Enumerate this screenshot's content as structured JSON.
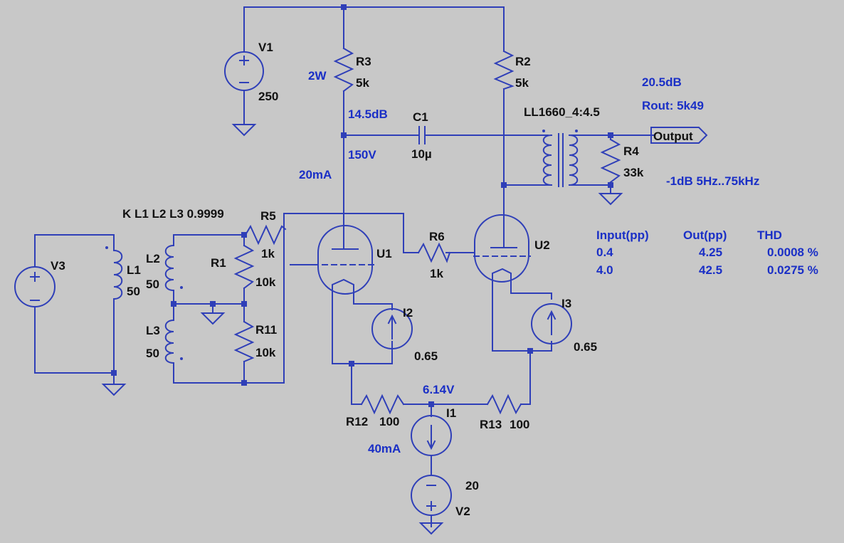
{
  "colors": {
    "wire": "#2f3fb8",
    "annotation": "#1a2fc6",
    "label": "#111111",
    "background": "#c8c8c8"
  },
  "components": {
    "V1": {
      "name": "V1",
      "value": "250"
    },
    "V2": {
      "name": "V2",
      "value": "20"
    },
    "V3": {
      "name": "V3"
    },
    "R1": {
      "name": "R1",
      "value": "10k"
    },
    "R2": {
      "name": "R2",
      "value": "5k"
    },
    "R3": {
      "name": "R3",
      "value": "5k",
      "power": "2W"
    },
    "R4": {
      "name": "R4",
      "value": "33k"
    },
    "R5": {
      "name": "R5",
      "value": "1k"
    },
    "R6": {
      "name": "R6",
      "value": "1k"
    },
    "R11": {
      "name": "R11",
      "value": "10k"
    },
    "R12": {
      "name": "R12",
      "value": "100"
    },
    "R13": {
      "name": "R13",
      "value": "100"
    },
    "C1": {
      "name": "C1",
      "value": "10µ"
    },
    "L1": {
      "name": "L1",
      "value": "50"
    },
    "L2": {
      "name": "L2",
      "value": "50"
    },
    "L3": {
      "name": "L3",
      "value": "50"
    },
    "U1": {
      "name": "U1"
    },
    "U2": {
      "name": "U2"
    },
    "I1": {
      "name": "I1"
    },
    "I2": {
      "name": "I2",
      "value": "0.65"
    },
    "I3": {
      "name": "I3",
      "value": "0.65"
    },
    "transformer": {
      "name": "LL1660_4:4.5"
    },
    "output_port": {
      "label": "Output"
    }
  },
  "directives": {
    "coupling": "K L1 L2 L3 0.9999"
  },
  "annotations": {
    "gain_stage": "14.5dB",
    "plate_voltage": "150V",
    "plate_current": "20mA",
    "total_gain": "20.5dB",
    "rout": "Rout: 5k49",
    "bandwidth": "-1dB 5Hz..75kHz",
    "cathode_voltage": "6.14V",
    "tail_current": "40mA"
  },
  "results_table": {
    "headers": [
      "Input(pp)",
      "Out(pp)",
      "THD"
    ],
    "rows": [
      [
        "0.4",
        "4.25",
        "0.0008 %"
      ],
      [
        "4.0",
        "42.5",
        "0.0275 %"
      ]
    ]
  }
}
